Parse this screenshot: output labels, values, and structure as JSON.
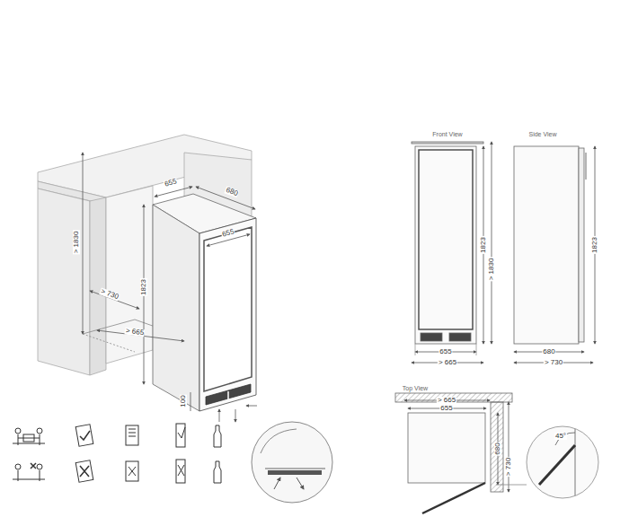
{
  "diagram": {
    "labels": [
      "> 1830",
      "655",
      "680",
      "655",
      "1823",
      "> 730",
      "> 665",
      "100",
      "Front View",
      "1823",
      "> 1830",
      "655",
      "> 665",
      "Side View",
      "1823",
      "680",
      "> 730",
      "Top View",
      "> 665",
      "655",
      "680",
      "> 730",
      "45°"
    ]
  }
}
